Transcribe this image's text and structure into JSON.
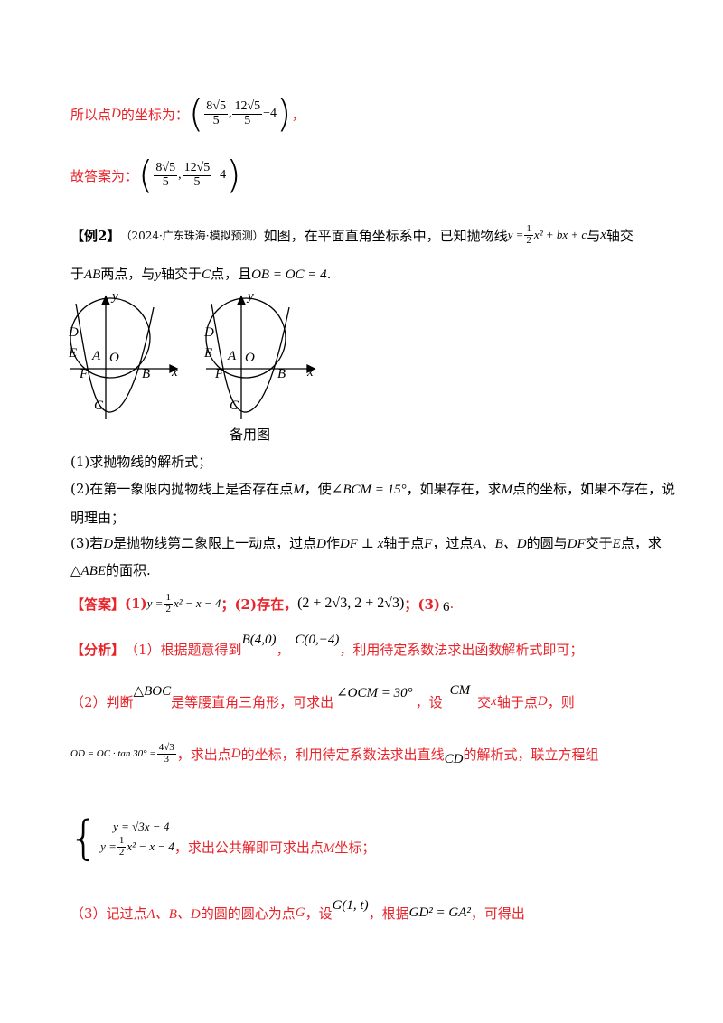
{
  "block1": {
    "prefix": "所以点",
    "D": "D",
    "suffix": "的坐标为：",
    "coord": {
      "x_num": "8√5",
      "x_den": "5",
      "y_num": "12√5",
      "y_den": "5",
      "y_tail": "−4"
    },
    "end": "，"
  },
  "block2": {
    "prefix": "故答案为：",
    "coord": {
      "x_num": "8√5",
      "x_den": "5",
      "y_num": "12√5",
      "y_den": "5",
      "y_tail": "−4"
    }
  },
  "example": {
    "tag": "【例2】",
    "source": "（2024·广东珠海·模拟预测）",
    "text1": "如图，在平面直角坐标系中，已知抛物线",
    "eq_y": "y =",
    "eq_frac_num": "1",
    "eq_frac_den": "2",
    "eq_rest": "x² + bx + c",
    "text2": "与",
    "x": "x",
    "text3": "轴交",
    "line2_a": "于",
    "AB": "AB",
    "line2_b": "两点，与",
    "y": "y",
    "line2_c": "轴交于",
    "C": "C",
    "line2_d": "点，且",
    "cond": "OB = OC = 4",
    "line2_end": "."
  },
  "figure": {
    "labels": {
      "y": "y",
      "x": "x",
      "D": "D",
      "E": "E",
      "A": "A",
      "O": "O",
      "F": "F",
      "B": "B",
      "C": "C"
    },
    "caption": "备用图"
  },
  "questions": {
    "q1": "(1)求抛物线的解析式；",
    "q2_a": "(2)在第一象限内抛物线上是否存在点",
    "q2_M": "M",
    "q2_b": "，使",
    "q2_angle": "∠BCM = 15°",
    "q2_c": "，如果存在，求",
    "q2_d": "点的坐标，如果不存在，说",
    "q2_line2": "明理由；",
    "q3_a": "(3)若",
    "q3_D": "D",
    "q3_b": "是抛物线第二象限上一动点，过点",
    "q3_c": "作",
    "q3_perp": "DF ⊥ x",
    "q3_d": "轴于点",
    "q3_F": "F",
    "q3_e": "，过点",
    "q3_ABD": "A、B、D",
    "q3_f": "的圆与",
    "q3_DF": "DF",
    "q3_g": "交于",
    "q3_E": "E",
    "q3_h": "点，求",
    "q3_tri": "△ABE",
    "q3_i": "的面积."
  },
  "answer": {
    "tag": "【答案】",
    "p1": "(1)",
    "eq1_y": "y =",
    "eq1_num": "1",
    "eq1_den": "2",
    "eq1_rest": "x² − x − 4",
    "p2": "；(2)存在，",
    "coord": "(2 + 2√3, 2 + 2√3)",
    "p3": "；(3)",
    "val": "6",
    "end": "."
  },
  "analysis": {
    "tag": "【分析】",
    "l1_a": "（1）根据题意得到",
    "l1_B": "B(4,0)",
    "l1_sep": "，",
    "l1_C": "C(0,−4)",
    "l1_b": "，利用待定系数法求出函数解析式即可；",
    "l2_a": "（2）判断",
    "l2_tri": "△BOC",
    "l2_b": "是等腰直角三角形，可求出",
    "l2_angle": "∠OCM = 30°",
    "l2_c": "，设",
    "l2_CM": "CM",
    "l2_d": "交",
    "l2_x": "x",
    "l2_e": "轴于点",
    "l2_D": "D",
    "l2_f": "，则",
    "l3_eq": "OD = OC · tan 30° =",
    "l3_num": "4√3",
    "l3_den": "3",
    "l3_a": "，求出点",
    "l3_D": "D",
    "l3_b": "的坐标，利用待定系数法求出直线",
    "l3_CD": "CD",
    "l3_c": "的解析式，联立方程组",
    "sys1": "y = √3x − 4",
    "sys2_y": "y =",
    "sys2_num": "1",
    "sys2_den": "2",
    "sys2_rest": "x² − x − 4",
    "l4_a": "，求出公共解即可求出点",
    "l4_M": "M",
    "l4_b": "坐标；",
    "l5_a": "（3）记过点",
    "l5_ABD": "A、B、D",
    "l5_b": "的圆的圆心为点",
    "l5_G": "G",
    "l5_c": "，设",
    "l5_Gc": "G(1, t)",
    "l5_d": "，根据",
    "l5_eq": "GD² = GA²",
    "l5_e": "，可得出"
  },
  "colors": {
    "red": "#e8242b",
    "text": "#000000"
  }
}
